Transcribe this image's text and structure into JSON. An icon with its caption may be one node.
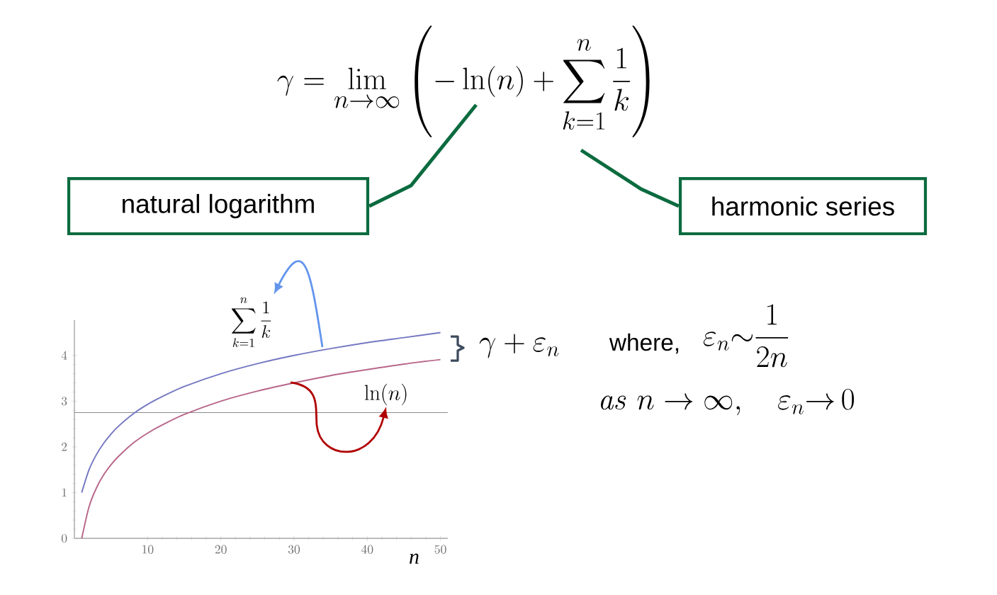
{
  "diagram": {
    "nodes": [
      {
        "text": [
          "\\gamma = \\lim_{n\\to\\infty}\\left(-\\ln(n)+\\sum_{k=1}^{n}\\frac{1}{k}\\right)"
        ]
      },
      {
        "text": [
          "natural logarithm"
        ]
      },
      {
        "text": [
          "harmonic series"
        ]
      },
      {
        "text": [
          "\\sum_{k=1}^{n}\\frac{1}{k}"
        ]
      },
      {
        "text": [
          "\\ln(n)"
        ]
      }
    ],
    "edges": [
      {
        "from": 1,
        "to": 0,
        "arrow": "none",
        "color": "#0b6b3f"
      },
      {
        "from": 2,
        "to": 0,
        "arrow": "none",
        "color": "#0b6b3f"
      },
      {
        "from": null,
        "to": 3,
        "arrow": "to",
        "color": "#6495ed"
      },
      {
        "from": null,
        "to": 4,
        "arrow": "to",
        "color": "#b00000"
      }
    ],
    "labels": [
      "\\gamma+\\varepsilon_n",
      "where,",
      "\\varepsilon_n{\\sim}\\frac{1}{2n}",
      "\\mathit{as}\\; n\\to\\infty,\\quad \\varepsilon_n{\\to}\\, 0"
    ],
    "chart_data": {
      "type": "line",
      "xlabel": "n",
      "x": [
        1,
        2,
        3,
        4,
        5,
        6,
        8,
        10,
        12,
        15,
        20,
        25,
        30,
        35,
        40,
        45,
        50
      ],
      "series": [
        {
          "color": "#7378c2",
          "values": [
            1,
            1.5,
            1.83,
            2.08,
            2.28,
            2.45,
            2.72,
            2.93,
            3.1,
            3.32,
            3.6,
            3.82,
            4.0,
            4.15,
            4.28,
            4.39,
            4.5
          ]
        },
        {
          "color": "#b8668a",
          "values": [
            0,
            0.69,
            1.1,
            1.39,
            1.61,
            1.79,
            2.08,
            2.3,
            2.48,
            2.71,
            3.0,
            3.22,
            3.4,
            3.56,
            3.69,
            3.81,
            3.91
          ]
        }
      ],
      "xlim": [
        0,
        51
      ],
      "ylim": [
        0,
        4.77
      ],
      "xticks": [
        10,
        20,
        30,
        40,
        50
      ],
      "yticks": [
        0,
        1,
        2,
        3,
        4
      ],
      "ref_lines": [
        {
          "axis": "y",
          "value": 2.75
        }
      ]
    }
  }
}
